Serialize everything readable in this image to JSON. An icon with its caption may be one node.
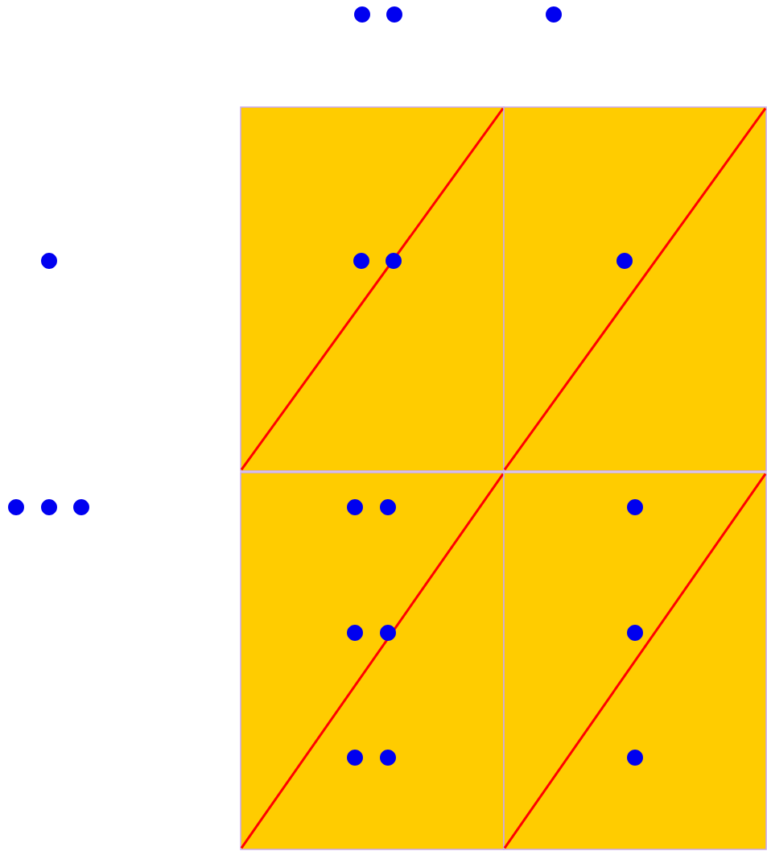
{
  "diagram": {
    "nodes": [
      {
        "text": [],
        "shape": "circle"
      },
      {
        "text": [],
        "shape": "circle"
      },
      {
        "text": [],
        "shape": "circle"
      },
      {
        "text": [],
        "shape": "box"
      },
      {
        "text": [],
        "shape": "box"
      },
      {
        "text": [],
        "shape": "circle"
      },
      {
        "text": [],
        "shape": "circle",
        "in": 3
      },
      {
        "text": [],
        "shape": "circle",
        "in": 3
      },
      {
        "text": [],
        "shape": "circle",
        "in": 4
      },
      {
        "text": [],
        "shape": "box"
      },
      {
        "text": [],
        "shape": "box"
      },
      {
        "text": [],
        "shape": "circle"
      },
      {
        "text": [],
        "shape": "circle"
      },
      {
        "text": [],
        "shape": "circle"
      },
      {
        "text": [],
        "shape": "circle",
        "in": 9
      },
      {
        "text": [],
        "shape": "circle",
        "in": 9
      },
      {
        "text": [],
        "shape": "circle",
        "in": 9
      },
      {
        "text": [],
        "shape": "circle",
        "in": 9
      },
      {
        "text": [],
        "shape": "circle",
        "in": 9
      },
      {
        "text": [],
        "shape": "circle",
        "in": 9
      },
      {
        "text": [],
        "shape": "circle",
        "in": 10
      },
      {
        "text": [],
        "shape": "circle",
        "in": 10
      },
      {
        "text": [],
        "shape": "circle",
        "in": 10
      }
    ]
  }
}
